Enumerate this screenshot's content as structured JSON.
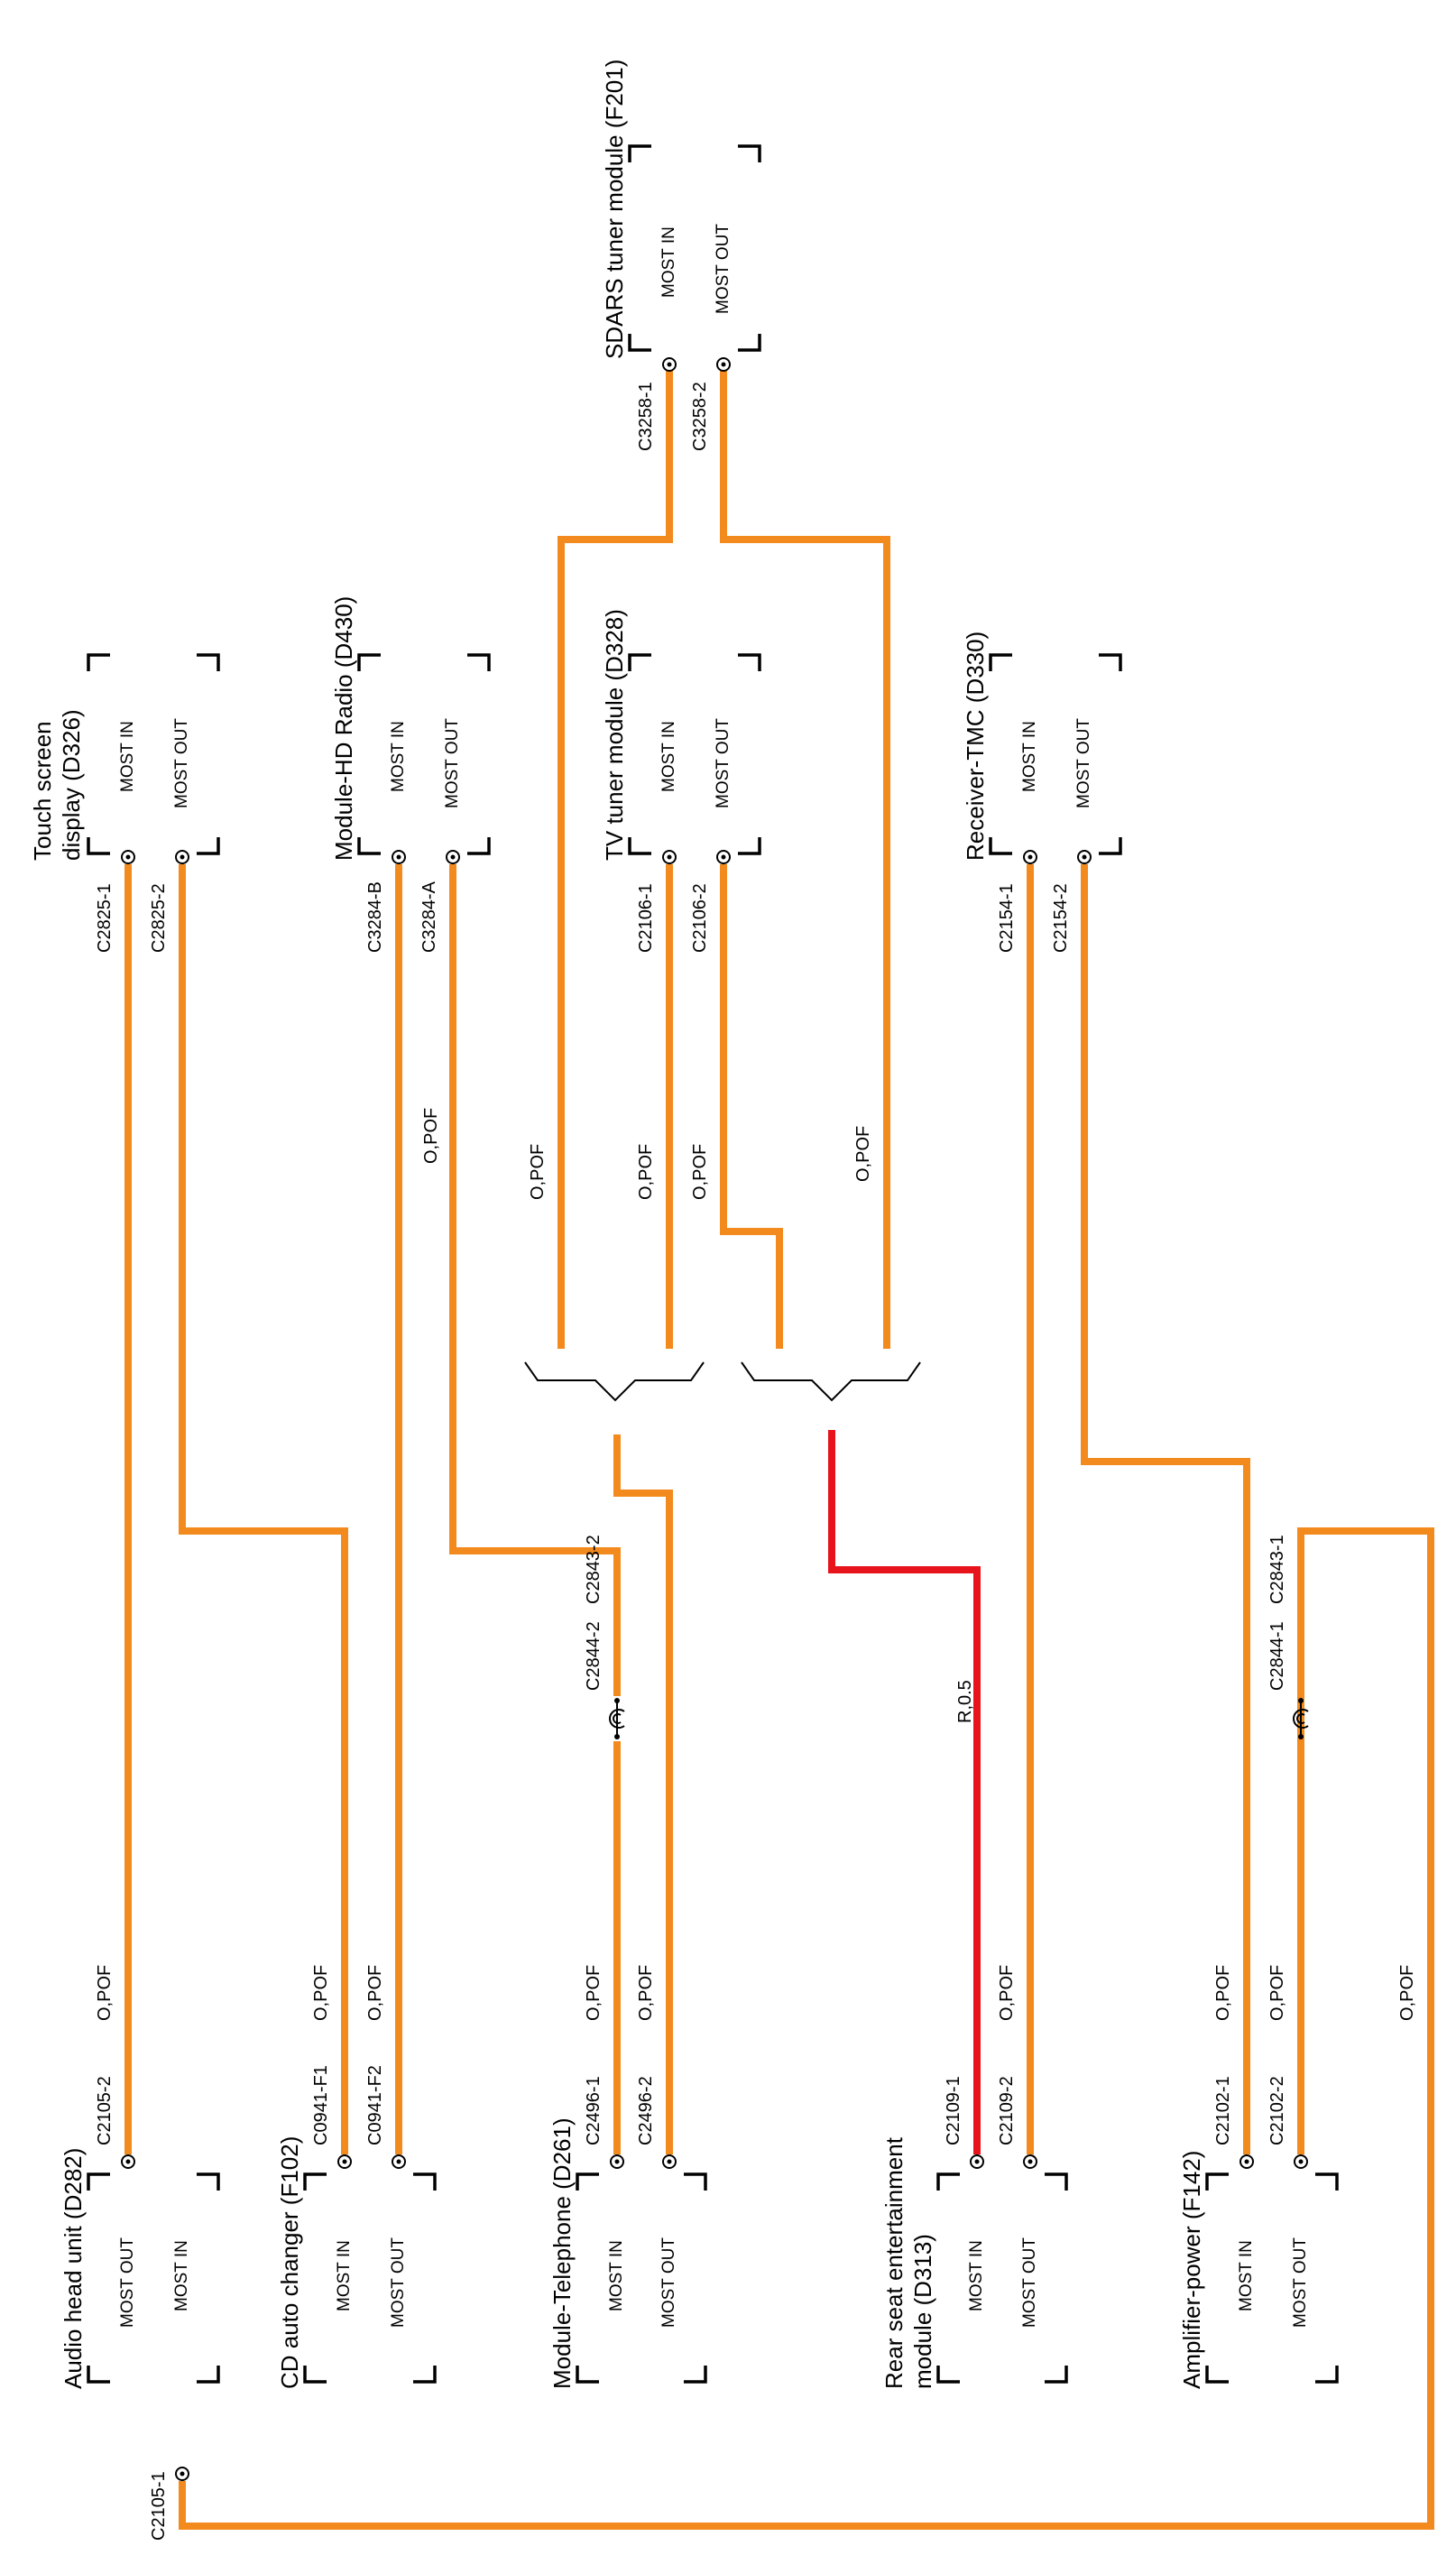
{
  "colors": {
    "pof": "#f28a1e",
    "red": "#e8141c",
    "line": "#000000"
  },
  "modules": {
    "audio_head": {
      "name": "Audio head unit (D282)",
      "ports": [
        "MOST OUT",
        "MOST IN"
      ],
      "conns": [
        "C2105-2",
        "C2105-1"
      ]
    },
    "cd_changer": {
      "name": "CD auto changer (F102)",
      "ports": [
        "MOST IN",
        "MOST OUT"
      ],
      "conns": [
        "C0941-F1",
        "C0941-F2"
      ]
    },
    "telephone": {
      "name": "Module-Telephone (D261)",
      "ports": [
        "MOST IN",
        "MOST OUT"
      ],
      "conns": [
        "C2496-1",
        "C2496-2"
      ]
    },
    "rear_seat": {
      "name1": "Rear seat entertainment",
      "name2": "module (D313)",
      "ports": [
        "MOST IN",
        "MOST OUT"
      ],
      "conns": [
        "C2109-1",
        "C2109-2"
      ]
    },
    "amplifier": {
      "name": "Amplifier-power (F142)",
      "ports": [
        "MOST IN",
        "MOST OUT"
      ],
      "conns": [
        "C2102-1",
        "C2102-2"
      ]
    },
    "touch_screen": {
      "name1": "Touch screen",
      "name2": "display (D326)",
      "ports": [
        "MOST IN",
        "MOST OUT"
      ],
      "conns": [
        "C2825-1",
        "C2825-2"
      ]
    },
    "hd_radio": {
      "name": "Module-HD Radio (D430)",
      "ports": [
        "MOST IN",
        "MOST OUT"
      ],
      "conns": [
        "C3284-B",
        "C3284-A"
      ]
    },
    "tv_tuner": {
      "name": "TV tuner module (D328)",
      "ports": [
        "MOST IN",
        "MOST OUT"
      ],
      "conns": [
        "C2106-1",
        "C2106-2"
      ]
    },
    "receiver_tmc": {
      "name": "Receiver-TMC (D330)",
      "ports": [
        "MOST IN",
        "MOST OUT"
      ],
      "conns": [
        "C2154-1",
        "C2154-2"
      ]
    },
    "sdars": {
      "name": "SDARS tuner module (F201)",
      "ports": [
        "MOST IN",
        "MOST OUT"
      ],
      "conns": [
        "C3258-1",
        "C3258-2"
      ]
    }
  },
  "inline_connectors": {
    "telephone": {
      "a": "C2844-2",
      "b": "C2843-2"
    },
    "amplifier": {
      "a": "C2844-1",
      "b": "C2843-1"
    }
  },
  "wire_labels": {
    "pof": "O,POF",
    "red": "R,0.5"
  }
}
